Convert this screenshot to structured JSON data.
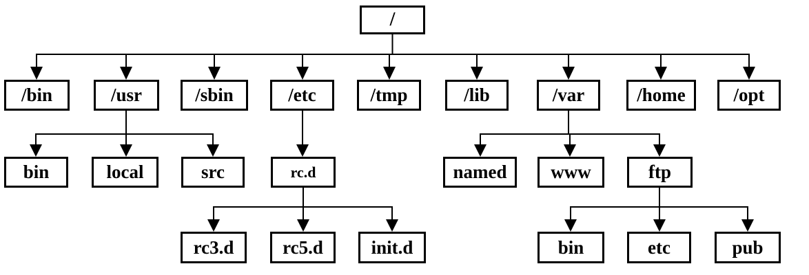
{
  "diagram": {
    "type": "tree",
    "description_of_content": "Linux filesystem directory hierarchy tree",
    "root": "/",
    "level2": [
      "/bin",
      "/usr",
      "/sbin",
      "/etc",
      "/tmp",
      "/lib",
      "/var",
      "/home",
      "/opt"
    ],
    "usr_children": [
      "bin",
      "local",
      "src"
    ],
    "etc_children": [
      "rc.d"
    ],
    "var_children": [
      "named",
      "www",
      "ftp"
    ],
    "rcd_children": [
      "rc3.d",
      "rc5.d",
      "init.d"
    ],
    "ftp_children": [
      "bin",
      "etc",
      "pub"
    ],
    "colors": {
      "background": "#ffffff",
      "line": "#000000",
      "box_border": "#000000",
      "box_fill": "#ffffff",
      "text": "#000000"
    }
  }
}
